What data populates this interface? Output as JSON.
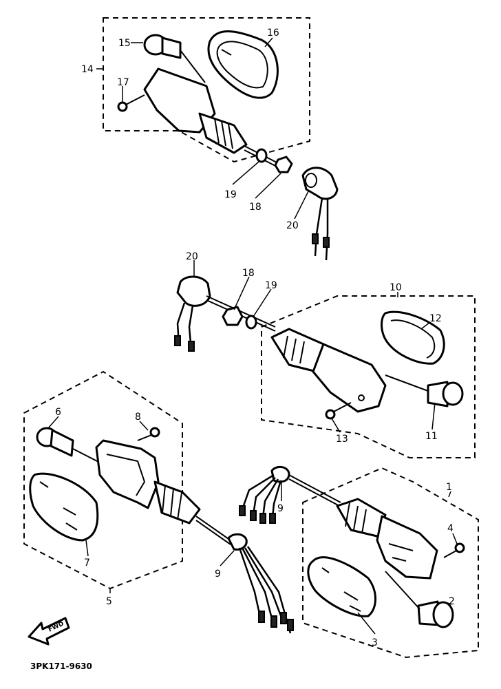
{
  "labels": {
    "n1": "1",
    "n2": "2",
    "n3": "3",
    "n4": "4",
    "n5": "5",
    "n6": "6",
    "n7": "7",
    "n8": "8",
    "n9a": "9",
    "n9b": "9",
    "n10": "10",
    "n11": "11",
    "n12": "12",
    "n13": "13",
    "n14": "14",
    "n15": "15",
    "n16": "16",
    "n17": "17",
    "n18a": "18",
    "n18b": "18",
    "n19a": "19",
    "n19b": "19",
    "n20a": "20",
    "n20b": "20"
  },
  "fwd_label": "FWD",
  "part_code": "3PK171-9630",
  "icons": [
    "forward-arrow-icon"
  ]
}
